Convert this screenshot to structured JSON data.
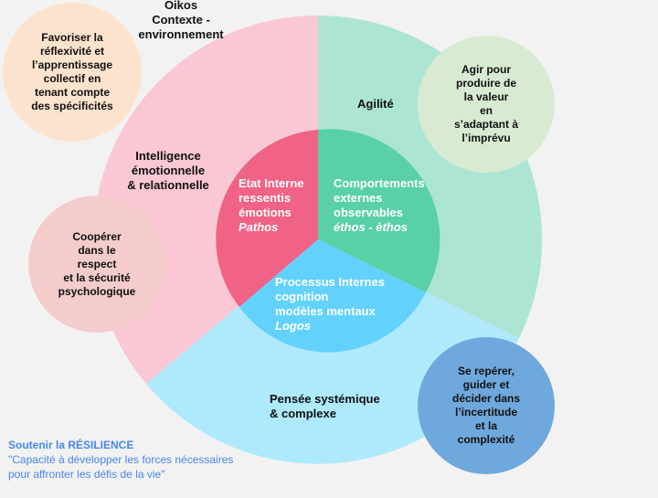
{
  "colors": {
    "background": "#f2f2f2",
    "outer_pink": "#f9c8d4",
    "outer_mint": "#ace5d3",
    "outer_lightblue": "#aee9fc",
    "inner_pink": "#f06386",
    "inner_green": "#5ad0a6",
    "inner_blue": "#62d2fd",
    "bubble_peach": "#fde3cd",
    "bubble_rose": "#f4cccc",
    "bubble_green": "#d9ead3",
    "bubble_blue": "#6fa8dc",
    "footer_text": "#4a86e8"
  },
  "outer_ring": {
    "context": {
      "line1": "Oikos",
      "line2": "Contexte -",
      "line3": "environnement"
    },
    "sectors": [
      {
        "id": "emotional",
        "line1": "Intelligence",
        "line2": "émotionnelle",
        "line3": "& relationnelle"
      },
      {
        "id": "agility",
        "line1": "Agilité"
      },
      {
        "id": "systemic",
        "line1": "Pensée systémique",
        "line2": "& complexe"
      }
    ]
  },
  "inner_circle": {
    "sectors": [
      {
        "id": "pathos",
        "line1": "Etat Interne",
        "line2": "ressentis",
        "line3": "émotions",
        "italic": "Pathos"
      },
      {
        "id": "ethos",
        "line1": "Comportements",
        "line2": "externes",
        "line3": "observables",
        "italic": "éthos - èthos"
      },
      {
        "id": "logos",
        "line1": "Processus Internes",
        "line2": "cognition",
        "line3": "modèles mentaux",
        "italic": "Logos"
      }
    ]
  },
  "bubbles": [
    {
      "id": "reflexivity",
      "text": "Favoriser la\nréflexivité et\nl’apprentissage\ncollectif  en\ntenant compte\ndes spécificités"
    },
    {
      "id": "cooperate",
      "text": "Coopérer\ndans le\nrespect\net la sécurité\npsychologique"
    },
    {
      "id": "act",
      "text": "Agir pour\nproduire de\nla valeur\nen\ns’adaptant à\nl’imprévu"
    },
    {
      "id": "decide",
      "text": "Se repérer,\nguider et\ndécider dans\nl’incertitude\net la\ncomplexité"
    }
  ],
  "footer": {
    "title": "Soutenir la RÉSILIENCE",
    "quote_line1": "\"Capacité à développer les forces nécessaires",
    "quote_line2": "pour affronter les défis de la vie\""
  }
}
